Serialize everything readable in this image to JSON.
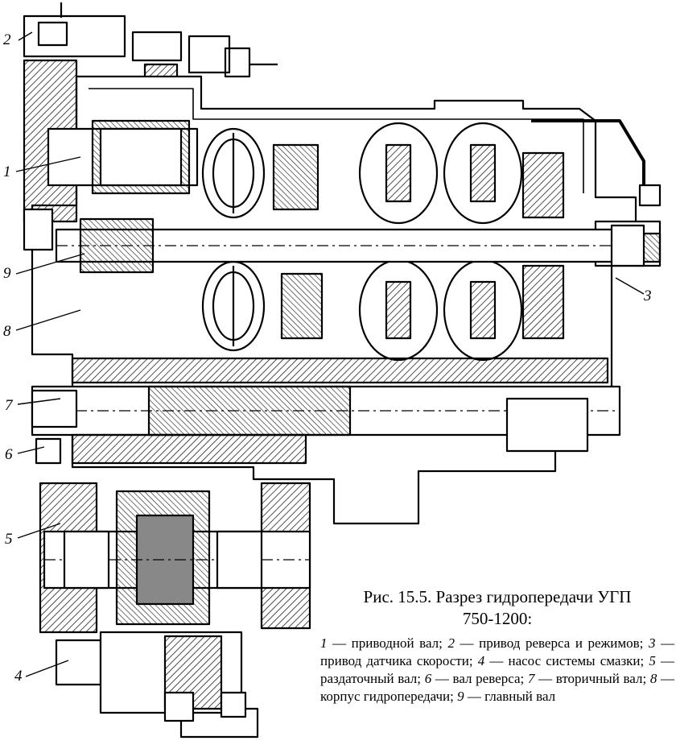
{
  "figure": {
    "title_line1": "Рис. 15.5. Разрез гидропередачи УГП",
    "title_line2": "750-1200:"
  },
  "callouts": [
    "1",
    "2",
    "3",
    "4",
    "5",
    "6",
    "7",
    "8",
    "9"
  ],
  "legend": [
    {
      "num": "1",
      "text": "— приводной вал;"
    },
    {
      "num": "2",
      "text": "— привод реверса и режимов;"
    },
    {
      "num": "3",
      "text": "— привод датчика скорости;"
    },
    {
      "num": "4",
      "text": "— насос системы смазки;"
    },
    {
      "num": "5",
      "text": "— раздаточный вал;"
    },
    {
      "num": "6",
      "text": "— вал реверса;"
    },
    {
      "num": "7",
      "text": "— вторичный вал;"
    },
    {
      "num": "8",
      "text": "— корпус гидропередачи;"
    },
    {
      "num": "9",
      "text": "— главный вал"
    }
  ],
  "colors": {
    "ink": "#000000",
    "paper": "#ffffff",
    "hatch": "#555555"
  }
}
